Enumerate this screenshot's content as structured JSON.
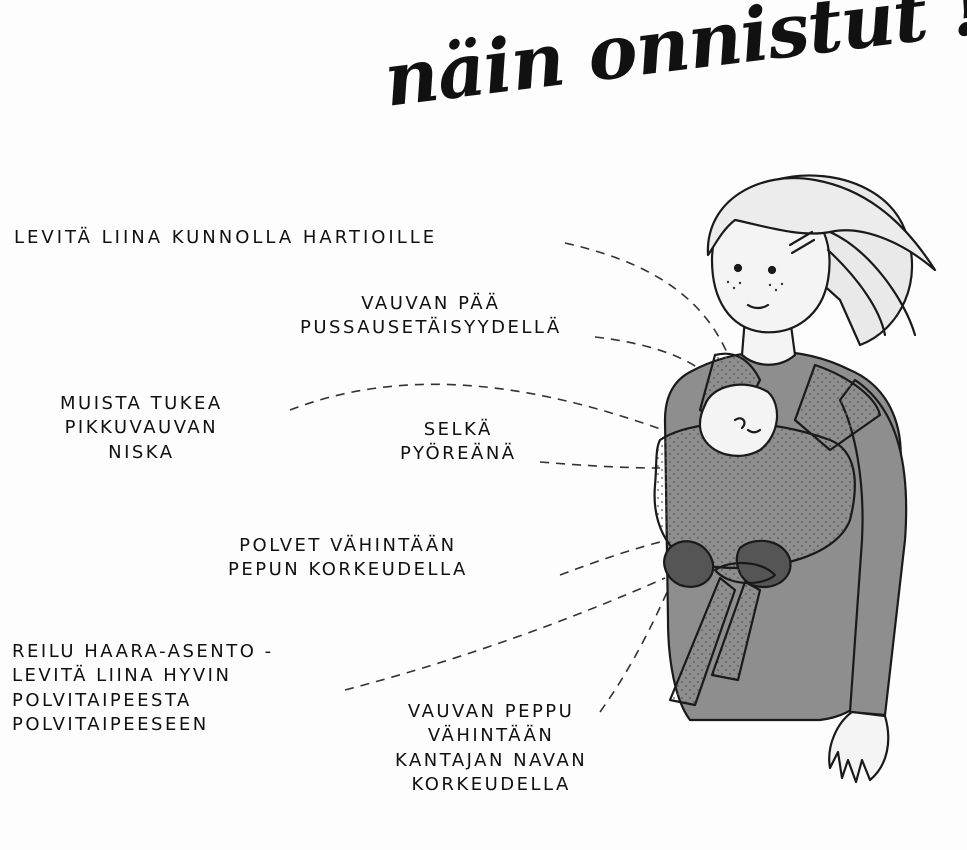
{
  "title": "näin onnistut !",
  "labels": {
    "shoulders": [
      "LEVITÄ LIINA KUNNOLLA HARTIOILLE"
    ],
    "head": [
      "VAUVAN PÄÄ",
      "PUSSAUSETÄISYYDELLÄ"
    ],
    "neck": [
      "MUISTA TUKEA",
      "PIKKUVAUVAN",
      "NISKA"
    ],
    "back": [
      "SELKÄ",
      "PYÖREÄNÄ"
    ],
    "knees": [
      "POLVET VÄHINTÄÄN",
      "PEPUN KORKEUDELLA"
    ],
    "spread": [
      "REILU HAARA-ASENTO -",
      "LEVITÄ LIINA HYVIN",
      "POLVITAIPEESTA",
      "POLVITAIPEESEEN"
    ],
    "bottom": [
      "VAUVAN PEPPU",
      "VÄHINTÄÄN",
      "KANTAJAN NAVAN",
      "KORKEUDELLA"
    ]
  },
  "colors": {
    "ink": "#111111",
    "wrap": "#dcdcdc",
    "shirt": "#8e8e8e",
    "skin": "#f4f4f4",
    "paper": "#fdfdfd"
  }
}
